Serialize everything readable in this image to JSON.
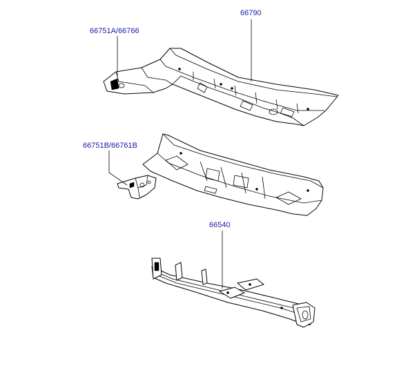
{
  "colors": {
    "label": "#1a1aa6",
    "line": "#000000",
    "background": "#ffffff"
  },
  "labels": {
    "part_66790": "66790",
    "part_66751a_66766": "66751A/66766",
    "part_66751b_66761b": "66751B/66761B",
    "part_66540": "66540"
  }
}
